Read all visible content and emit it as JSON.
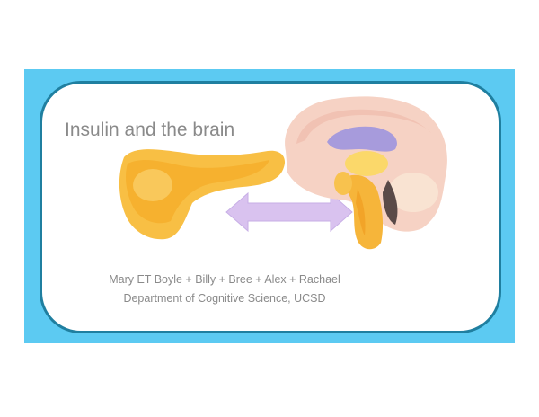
{
  "slide": {
    "title": "Insulin and the brain",
    "authors": "Mary ET Boyle + Billy + Bree + Alex + Rachael",
    "affiliation": "Department of Cognitive Science, UCSD"
  },
  "illustrations": {
    "left": "pancreas-illustration",
    "center": "double-arrow",
    "right": "brain-sagittal-illustration"
  },
  "colors": {
    "frame": "#5ccaf2",
    "card_border": "#1f7fa0",
    "arrow": "#d9c2ef",
    "pancreas": "#f7b83a",
    "brain_cortex": "#f6d2c4",
    "brain_purple": "#a79bdc"
  }
}
